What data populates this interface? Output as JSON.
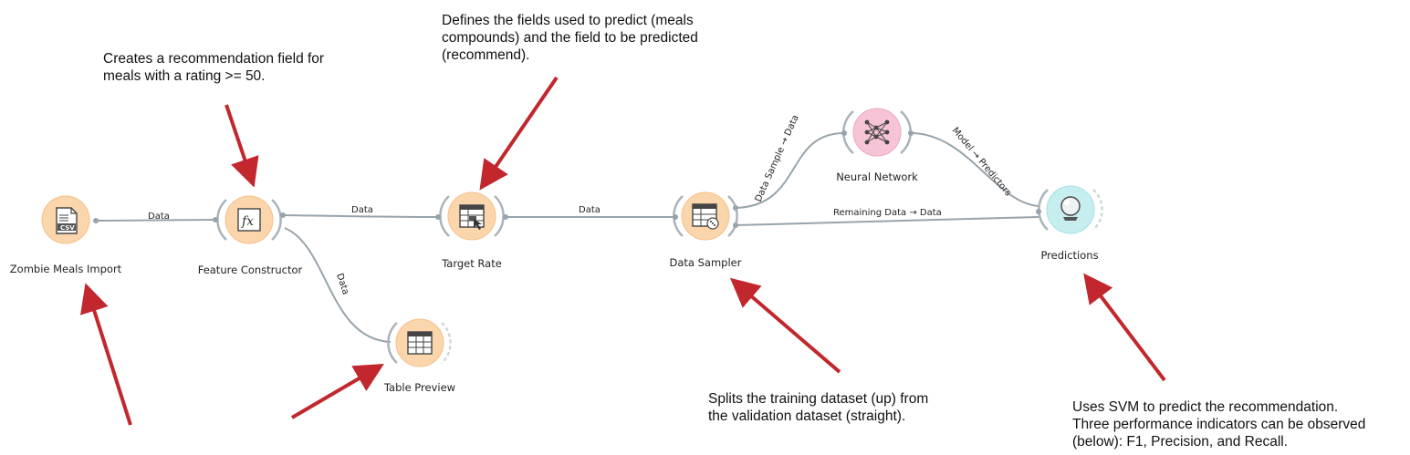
{
  "nodes": {
    "csv_import": {
      "label": "Zombie Meals Import",
      "icon": "csv-file-icon"
    },
    "feature_constructor": {
      "label": "Feature Constructor",
      "icon": "function-fx-icon"
    },
    "table_preview": {
      "label": "Table Preview",
      "icon": "table-icon"
    },
    "target_rate": {
      "label": "Target Rate",
      "icon": "table-select-icon"
    },
    "data_sampler": {
      "label": "Data Sampler",
      "icon": "table-dice-icon"
    },
    "neural_network": {
      "label": "Neural Network",
      "icon": "neural-network-icon"
    },
    "predictions": {
      "label": "Predictions",
      "icon": "crystal-ball-icon"
    }
  },
  "links": {
    "import_to_feature": "Data",
    "feature_to_target": "Data",
    "feature_to_table": "Data",
    "target_to_sampler": "Data",
    "sampler_to_nn": "Data Sample → Data",
    "sampler_to_predictions": "Remaining Data → Data",
    "nn_to_predictions": "Model → Predictors"
  },
  "annotations": {
    "feature_constructor": "Creates a recommendation field for\nmeals with a rating >= 50.",
    "target_rate": "Defines the fields used to predict (meals\ncompounds) and the field to be predicted\n(recommend).",
    "data_sampler": "Splits the training dataset (up) from\nthe validation dataset (straight).",
    "predictions": "Uses SVM to predict the recommendation.\nThree performance indicators can be observed\n(below): F1, Precision, and Recall."
  },
  "colors": {
    "widget_orange": "#fbd5ab",
    "widget_pink": "#f7c3d6",
    "widget_cyan": "#c6eeef",
    "link": "#97a3ab",
    "arrow": "#c1272d"
  }
}
